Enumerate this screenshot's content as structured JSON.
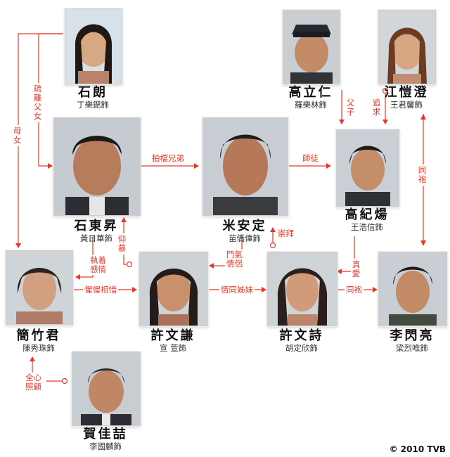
{
  "accent_color": "#e7382a",
  "characters": {
    "shi_lang": {
      "name": "石朗",
      "actor": "丁樂鍶飾"
    },
    "gao_liren": {
      "name": "高立仁",
      "actor": "羅樂林飾"
    },
    "jiang_kaicheng": {
      "name": "江愷澄",
      "actor": "王君馨飾"
    },
    "shi_dongsheng": {
      "name": "石東昇",
      "actor": "黃日華飾"
    },
    "mi_anding": {
      "name": "米安定",
      "actor": "苗僑偉飾"
    },
    "gao_jiyang": {
      "name": "高紀煬",
      "actor": "王浩信飾"
    },
    "jian_zhujun": {
      "name": "簡竹君",
      "actor": "陳秀珠飾"
    },
    "xu_wenqian": {
      "name": "許文謙",
      "actor": "宣 萱飾"
    },
    "xu_wenshi": {
      "name": "許文詩",
      "actor": "胡定欣飾"
    },
    "li_shanliang": {
      "name": "李閃亮",
      "actor": "梁烈唯飾"
    },
    "he_jiazhe": {
      "name": "賀佳喆",
      "actor": "李國麟飾"
    }
  },
  "relations": {
    "shuli_funu": "疏離父女",
    "munu": "母女",
    "paidang": "拍檔兄弟",
    "shitu": "師徒",
    "fuzi": "父子",
    "zhuiqiu": "追求",
    "tongpao_v": "同袍",
    "zhizhuo": "執着感情",
    "yangmu": "仰慕",
    "douqi": "鬥氣情侶",
    "chongbai": "崇拜",
    "xingxing": "惺惺相惜",
    "qingtong": "情同姊妹",
    "tongpao_h": "同袍",
    "zhenai": "真愛",
    "quanxin": "全心照顧"
  },
  "copyright": "© 2010 TVB"
}
